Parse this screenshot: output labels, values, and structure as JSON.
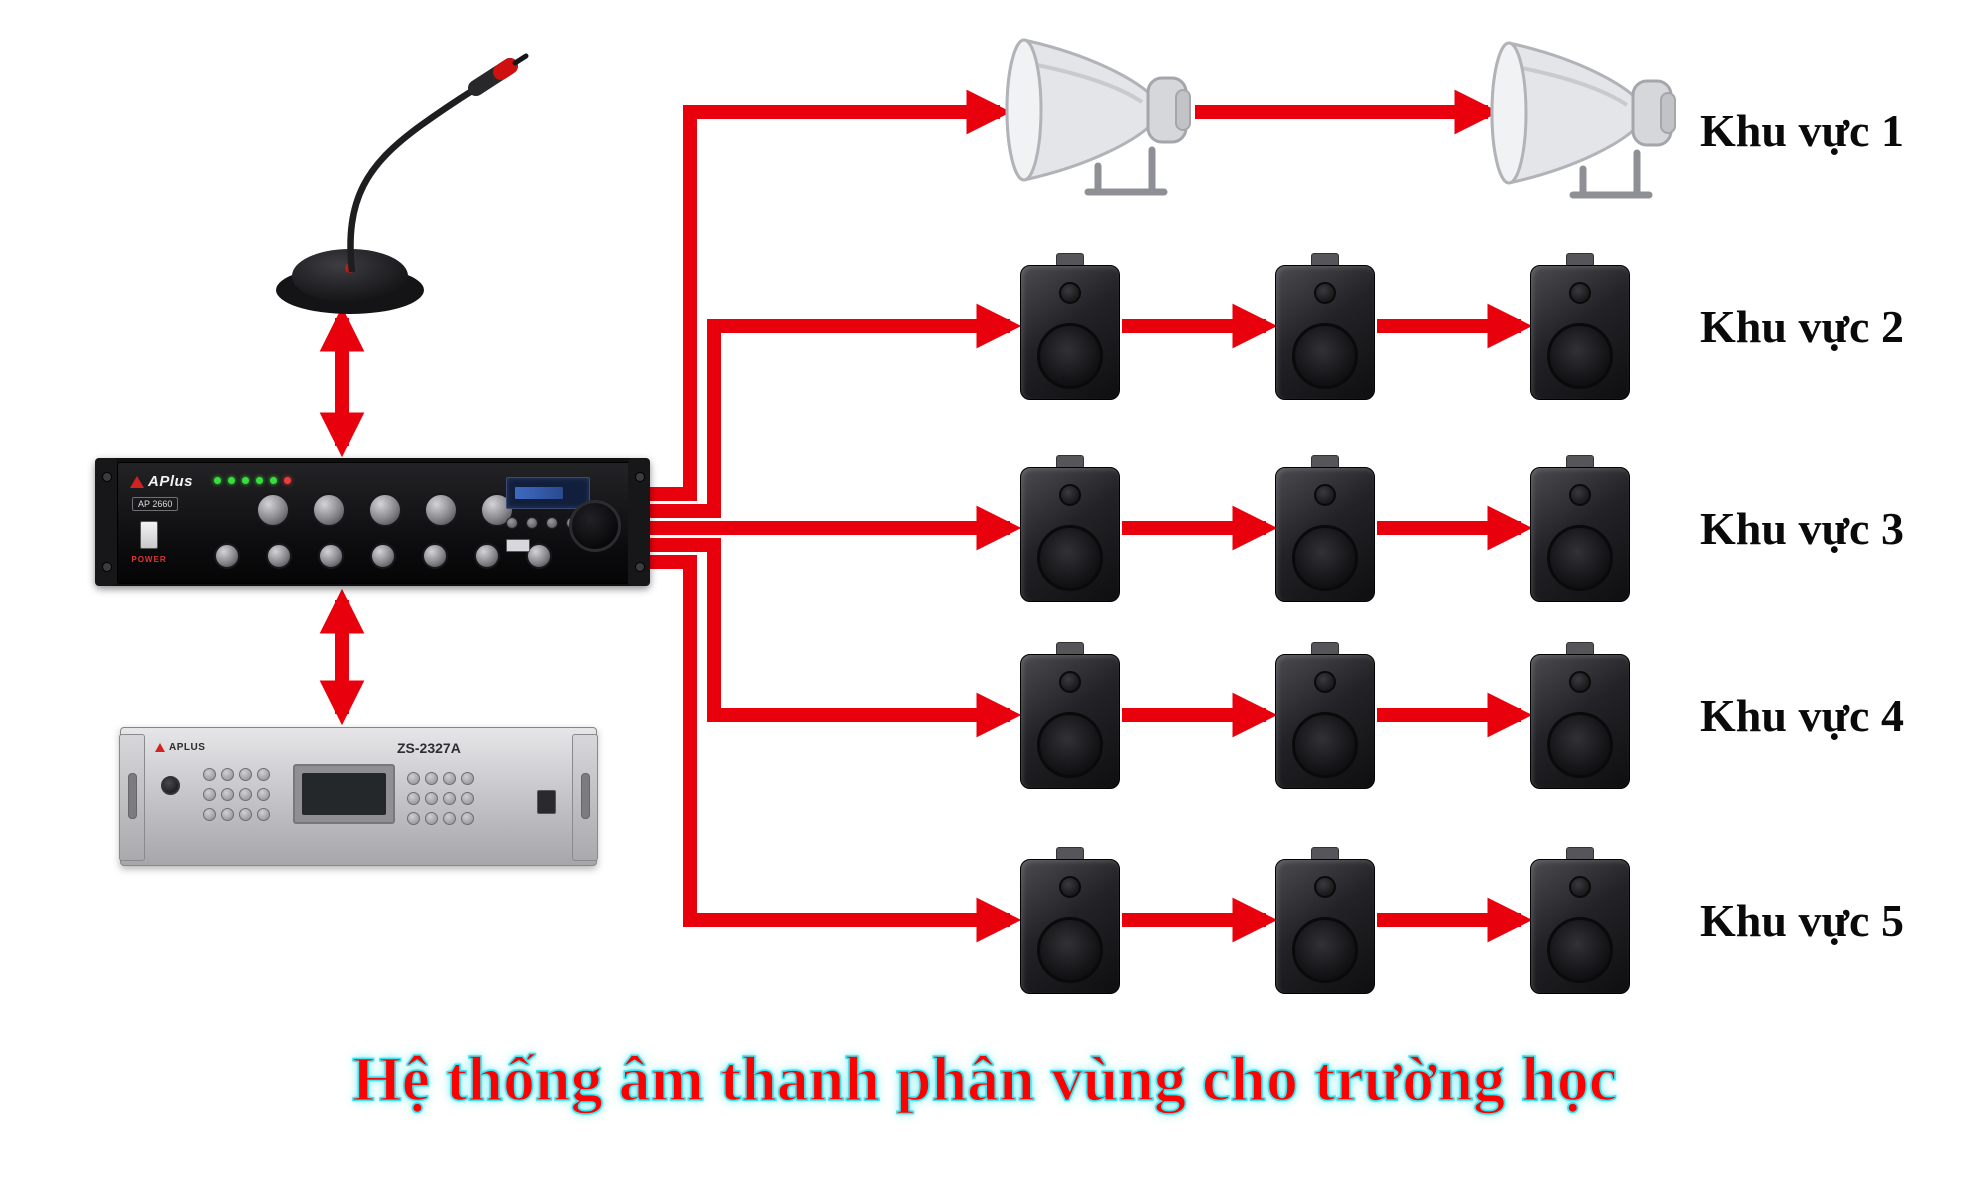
{
  "title": {
    "text": "Hệ thống âm thanh phân vùng cho trường học",
    "color": "#ff0000",
    "outline_color": "#3fe3ee"
  },
  "zones": [
    {
      "label": "Khu vực 1"
    },
    {
      "label": "Khu vực 2"
    },
    {
      "label": "Khu vực 3"
    },
    {
      "label": "Khu vực 4"
    },
    {
      "label": "Khu vực 5"
    }
  ],
  "devices": {
    "amplifier": {
      "brand": "APlus",
      "model": "AP 2660",
      "power_label": "POWER"
    },
    "controller": {
      "brand": "APLUS",
      "model": "ZS-2327A"
    }
  },
  "arrow_color": "#e8000d"
}
